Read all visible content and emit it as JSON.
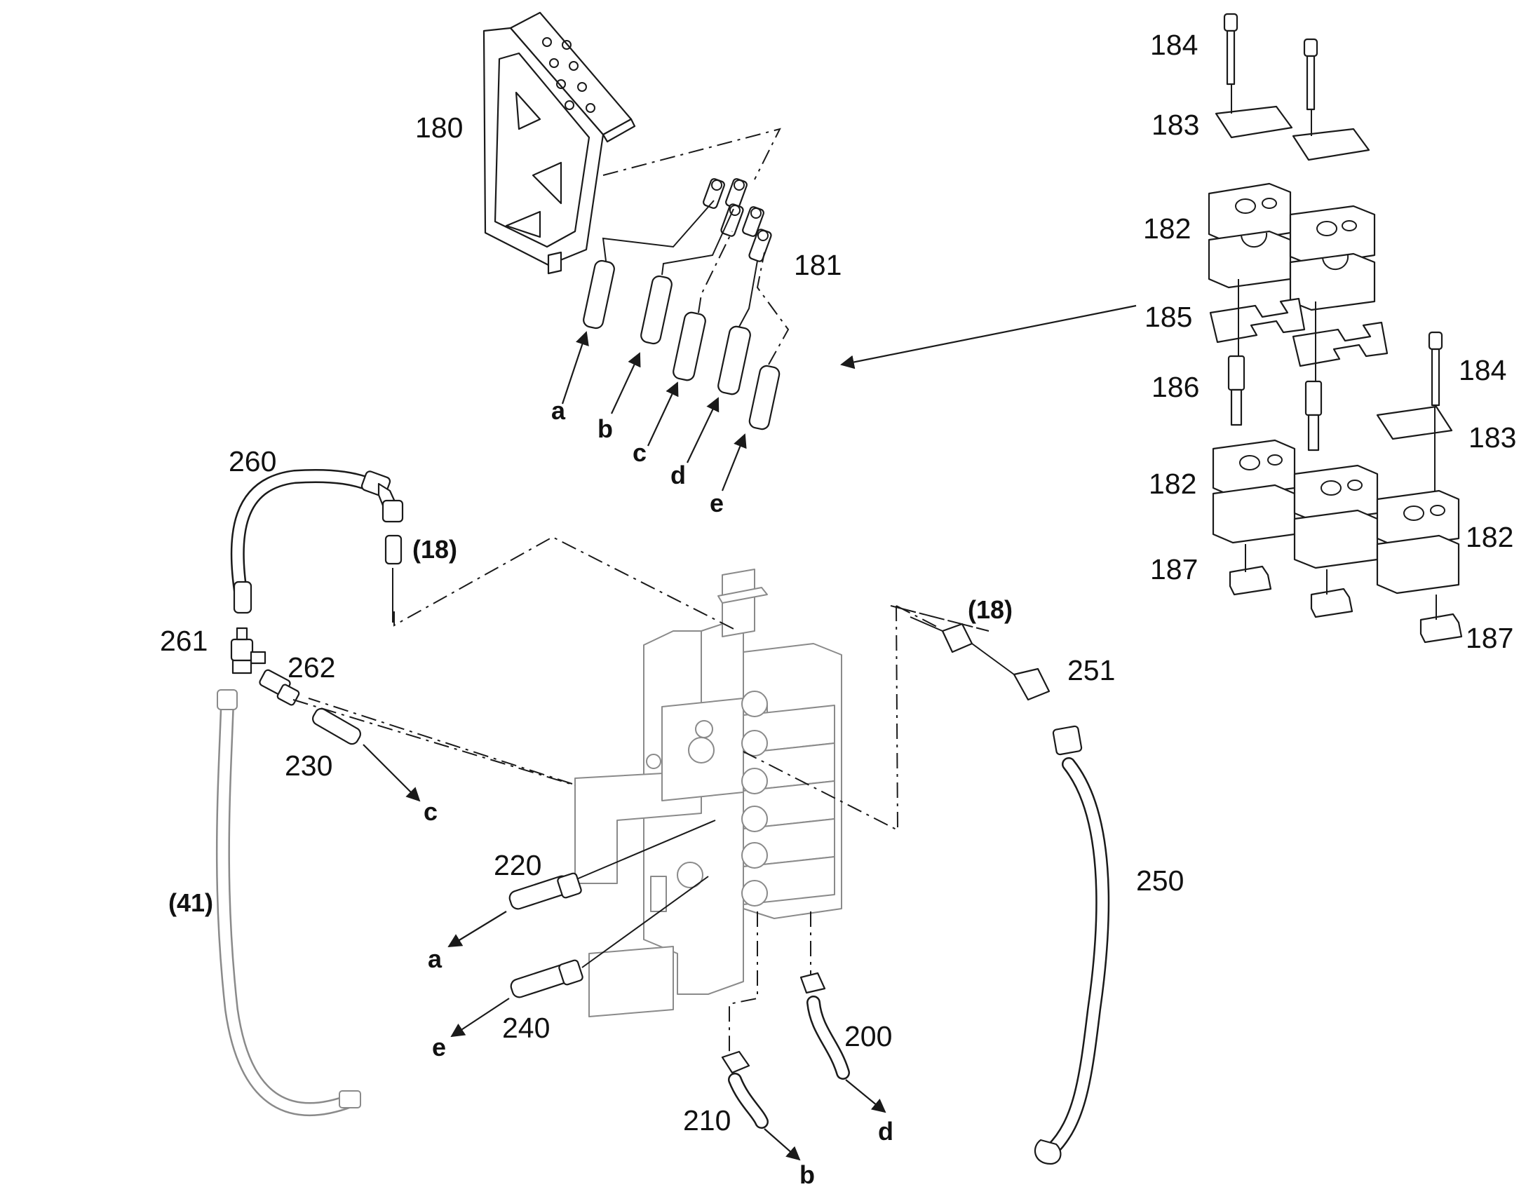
{
  "diagram": {
    "part_numbers": {
      "p180": "180",
      "p181": "181",
      "p182a": "182",
      "p182b": "182",
      "p182c": "182",
      "p183a": "183",
      "p183b": "183",
      "p184a": "184",
      "p184b": "184",
      "p185": "185",
      "p186": "186",
      "p187a": "187",
      "p187b": "187",
      "p200": "200",
      "p210": "210",
      "p220": "220",
      "p230": "230",
      "p240": "240",
      "p250": "250",
      "p251": "251",
      "p260": "260",
      "p261": "261",
      "p262": "262"
    },
    "references": {
      "r18a": "(18)",
      "r18b": "(18)",
      "r41": "(41)"
    },
    "connection_letters": {
      "top_a": "a",
      "top_b": "b",
      "top_c": "c",
      "top_d": "d",
      "top_e": "e",
      "bot_a": "a",
      "bot_b": "b",
      "bot_c": "c",
      "bot_d": "d",
      "bot_e": "e"
    }
  }
}
